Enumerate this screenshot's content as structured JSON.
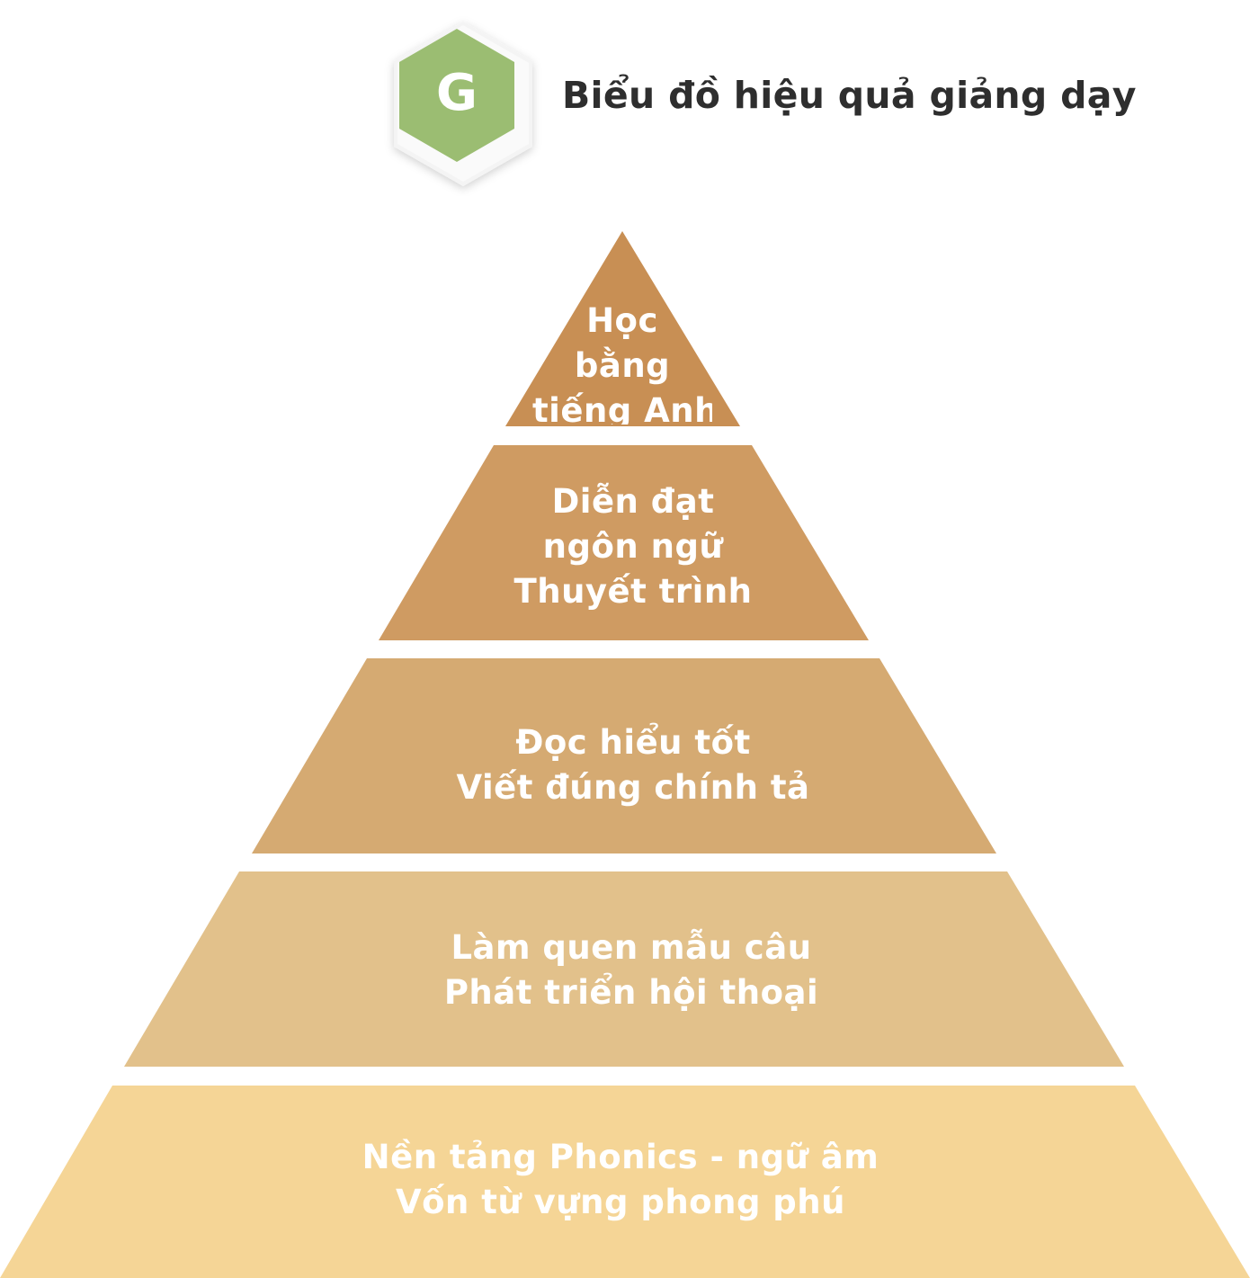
{
  "header": {
    "logo_letter": "G",
    "title": "Biểu đồ hiệu quả giảng dạy"
  },
  "colors": {
    "logo_green": "#9BBD72",
    "text_dark": "#2e2e2e",
    "tier_1": "#C88F54",
    "tier_2": "#CF9B62",
    "tier_3": "#D5AA72",
    "tier_4": "#E2C18B",
    "tier_5": "#F5D596"
  },
  "pyramid": {
    "tiers": [
      {
        "lines": [
          "Học",
          "bằng",
          "tiếng Anh"
        ]
      },
      {
        "lines": [
          "Diễn đạt",
          "ngôn ngữ",
          "Thuyết trình"
        ]
      },
      {
        "lines": [
          "Đọc hiểu tốt",
          "Viết đúng chính tả"
        ]
      },
      {
        "lines": [
          "Làm quen mẫu câu",
          "Phát triển hội thoại"
        ]
      },
      {
        "lines": [
          "Nền tảng Phonics - ngữ âm",
          "Vốn từ vựng phong phú"
        ]
      }
    ]
  }
}
